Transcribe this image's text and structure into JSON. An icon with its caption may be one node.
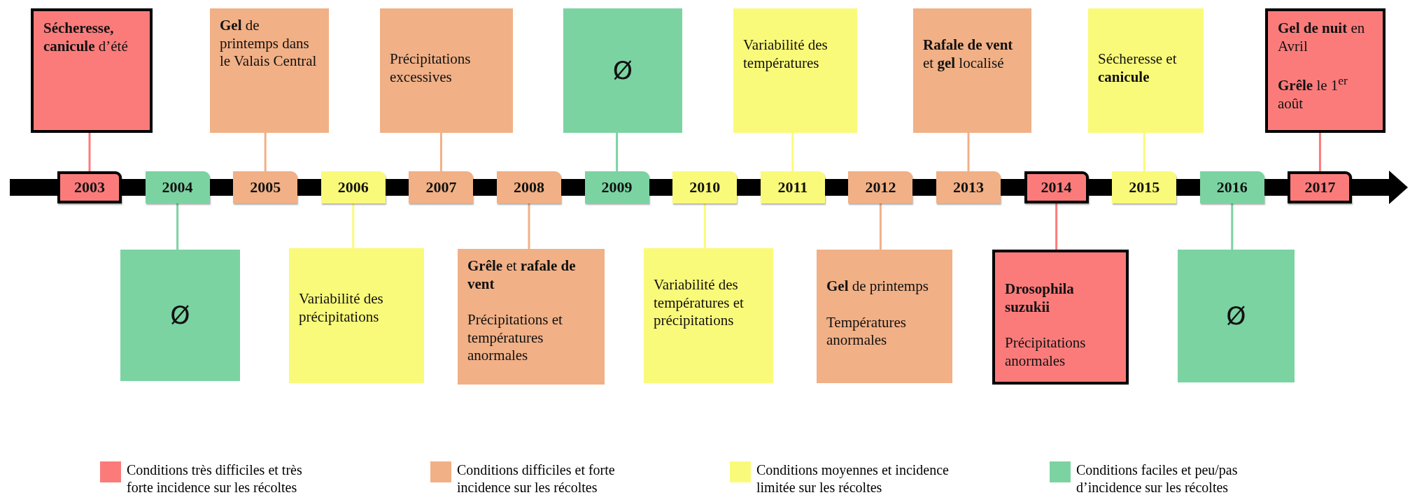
{
  "diagram": {
    "nodes": [
      {
        "text": [
          "2003"
        ]
      },
      {
        "text": [
          "2004"
        ]
      },
      {
        "text": [
          "2005"
        ]
      },
      {
        "text": [
          "2006"
        ]
      },
      {
        "text": [
          "2007"
        ]
      },
      {
        "text": [
          "2008"
        ]
      },
      {
        "text": [
          "2009"
        ]
      },
      {
        "text": [
          "2010"
        ]
      },
      {
        "text": [
          "2011"
        ]
      },
      {
        "text": [
          "2012"
        ]
      },
      {
        "text": [
          "2013"
        ]
      },
      {
        "text": [
          "2014"
        ]
      },
      {
        "text": [
          "2015"
        ]
      },
      {
        "text": [
          "2016"
        ]
      },
      {
        "text": [
          "2017"
        ]
      },
      {
        "text": [
          "**Sécheresse, canicule** d’été"
        ]
      },
      {
        "text": [
          "Ø"
        ]
      },
      {
        "text": [
          "**Gel** de printemps dans le Valais Central"
        ]
      },
      {
        "text": [
          "Variabilité des précipitations"
        ]
      },
      {
        "text": [
          "Précipitations excessives"
        ]
      },
      {
        "text": [
          "**Grêle** et **rafale de vent**",
          "Précipitations et températures anormales"
        ]
      },
      {
        "text": [
          "Ø"
        ]
      },
      {
        "text": [
          "Variabilité des températures et précipitations"
        ]
      },
      {
        "text": [
          "Variabilité des températures"
        ]
      },
      {
        "text": [
          "**Gel** de printemps",
          "Températures anormales"
        ]
      },
      {
        "text": [
          "**Rafale de vent** et **gel** localisé"
        ]
      },
      {
        "text": [
          "Drosophila suzukii",
          "Précipitations anormales"
        ]
      },
      {
        "text": [
          "Sécheresse et **canicule**"
        ]
      },
      {
        "text": [
          "Ø"
        ]
      },
      {
        "text": [
          "**Gel de nuit** en Avril",
          "**Grêle** le 1$^{er}$ août"
        ]
      }
    ],
    "edges": [
      {
        "from": 15,
        "to": 0,
        "arrow": "none",
        "color": "#fb7b7b"
      },
      {
        "from": 16,
        "to": 1,
        "arrow": "none",
        "color": "#7bd3a2"
      },
      {
        "from": 17,
        "to": 2,
        "arrow": "none",
        "color": "#f1b086"
      },
      {
        "from": 18,
        "to": 3,
        "arrow": "none",
        "color": "#fafa7a"
      },
      {
        "from": 19,
        "to": 4,
        "arrow": "none",
        "color": "#f1b086"
      },
      {
        "from": 20,
        "to": 5,
        "arrow": "none",
        "color": "#f1b086"
      },
      {
        "from": 21,
        "to": 6,
        "arrow": "none",
        "color": "#7bd3a2"
      },
      {
        "from": 22,
        "to": 7,
        "arrow": "none",
        "color": "#fafa7a"
      },
      {
        "from": 23,
        "to": 8,
        "arrow": "none",
        "color": "#fafa7a"
      },
      {
        "from": 24,
        "to": 9,
        "arrow": "none",
        "color": "#f1b086"
      },
      {
        "from": 25,
        "to": 10,
        "arrow": "none",
        "color": "#f1b086"
      },
      {
        "from": 26,
        "to": 11,
        "arrow": "none",
        "color": "#fb7b7b"
      },
      {
        "from": 27,
        "to": 12,
        "arrow": "none",
        "color": "#fafa7a"
      },
      {
        "from": 28,
        "to": 13,
        "arrow": "none",
        "color": "#7bd3a2"
      },
      {
        "from": 29,
        "to": 14,
        "arrow": "none",
        "color": "#fb7b7b"
      }
    ],
    "legend": [
      {
        "text": "Conditions très difficiles et très forte incidence sur les récoltes",
        "color": "#fb7b7b"
      },
      {
        "text": "Conditions difficiles et forte incidence sur les récoltes",
        "color": "#f1b086"
      },
      {
        "text": "Conditions moyennes et incidence limitée sur les récoltes",
        "color": "#fafa7a"
      },
      {
        "text": "Conditions faciles et peu/pas d’incidence sur les récoltes",
        "color": "#7bd3a2"
      }
    ]
  }
}
